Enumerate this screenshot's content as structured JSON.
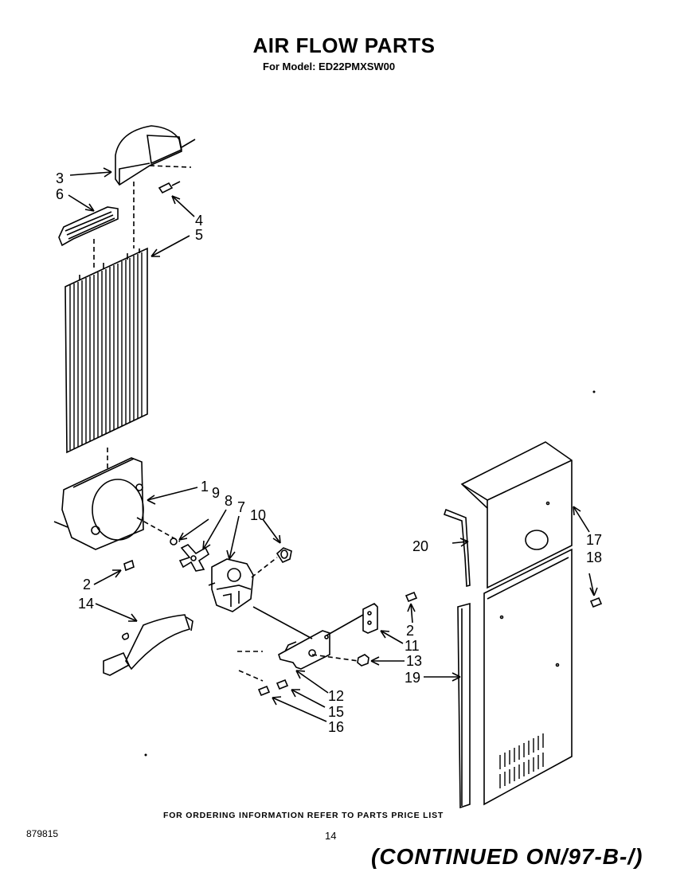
{
  "header": {
    "title": "AIR FLOW PARTS",
    "model": "For Model: ED22PMXSW00"
  },
  "footer": {
    "ordering_note": "FOR ORDERING INFORMATION REFER TO PARTS PRICE LIST",
    "doc_number": "879815",
    "page": "14",
    "continued": "(CONTINUED ON/97-B-/)"
  },
  "callouts": {
    "c1": "1",
    "c2a": "2",
    "c2b": "2",
    "c3": "3",
    "c4": "4",
    "c5": "5",
    "c6": "6",
    "c7": "7",
    "c8": "8",
    "c9": "9",
    "c10": "10",
    "c11": "11",
    "c12": "12",
    "c13": "13",
    "c14": "14",
    "c15": "15",
    "c16": "16",
    "c17": "17",
    "c18": "18",
    "c19": "19",
    "c20": "20"
  }
}
